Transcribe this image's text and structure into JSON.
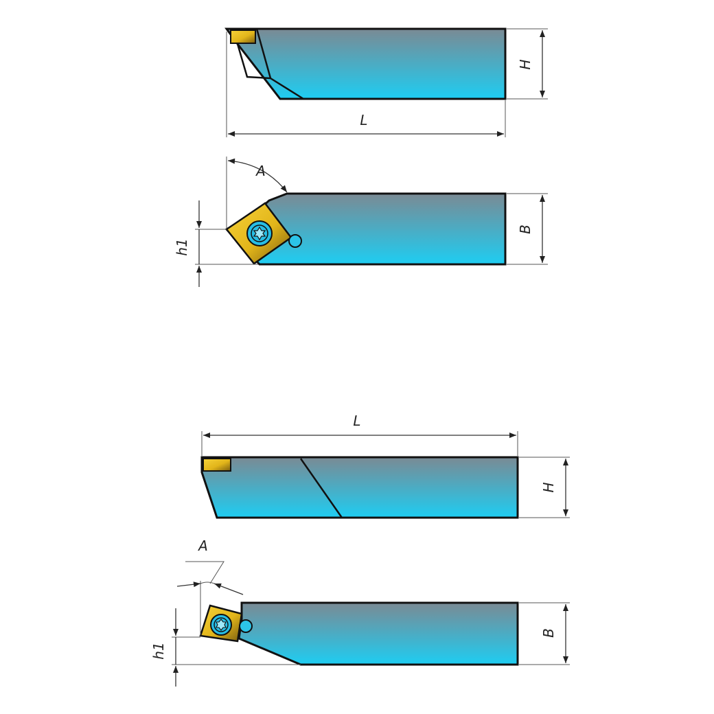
{
  "figure_top": {
    "side_view": {
      "length_label": "L",
      "height_label": "H"
    },
    "top_view": {
      "angle_label": "A",
      "width_label": "B",
      "offset_label": "h1"
    }
  },
  "figure_bottom": {
    "side_view": {
      "length_label": "L",
      "height_label": "H"
    },
    "top_view": {
      "angle_label": "A",
      "width_label": "B",
      "offset_label": "h1"
    }
  },
  "colors": {
    "body_top": "#7a8a94",
    "body_bottom": "#1ecdf2",
    "insert_light": "#f0c419",
    "insert_dark": "#8a6d12",
    "outline": "#111111"
  }
}
